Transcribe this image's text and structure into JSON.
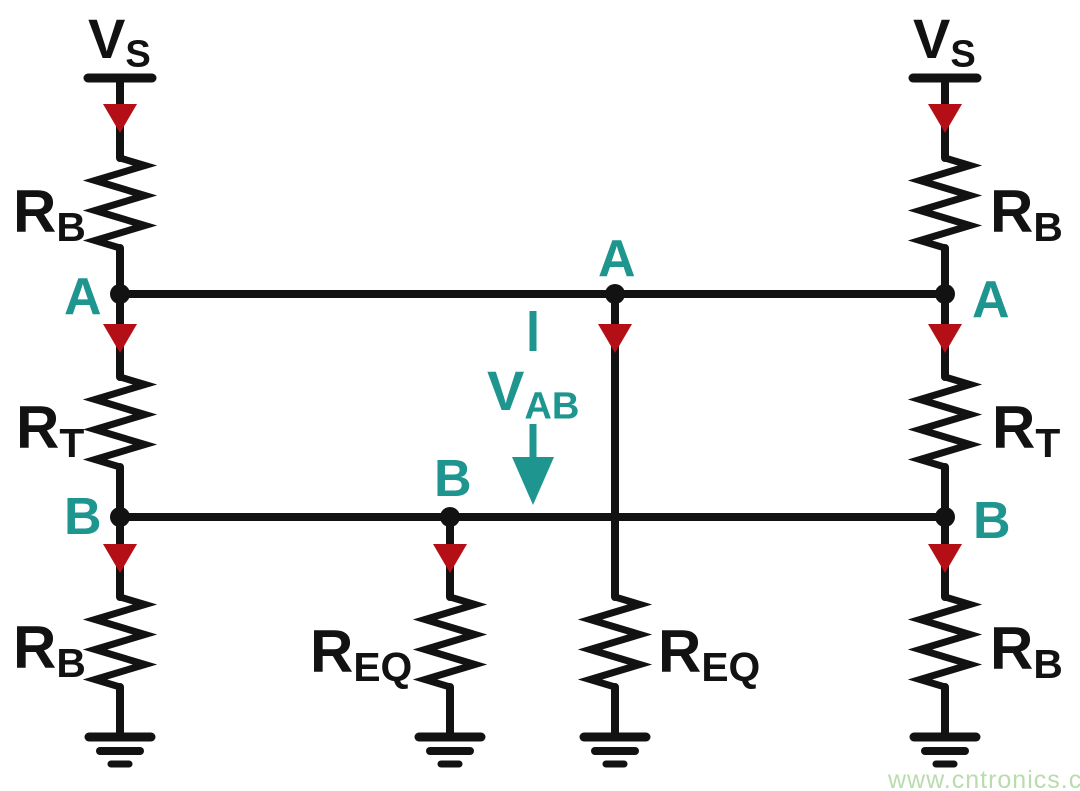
{
  "colors": {
    "ink": "#121212",
    "teal": "#1f958f",
    "red": "#b40f16",
    "watermark": "#b9dcae",
    "background": "#ffffff"
  },
  "watermark": {
    "text": "www.cntronics.com"
  },
  "labels": {
    "vs_left": {
      "main": "V",
      "sub": "S"
    },
    "vs_right": {
      "main": "V",
      "sub": "S"
    },
    "rb_left_top": {
      "main": "R",
      "sub": "B"
    },
    "rt_left": {
      "main": "R",
      "sub": "T"
    },
    "rb_left_bottom": {
      "main": "R",
      "sub": "B"
    },
    "rb_right_top": {
      "main": "R",
      "sub": "B"
    },
    "rt_right": {
      "main": "R",
      "sub": "T"
    },
    "rb_right_bottom": {
      "main": "R",
      "sub": "B"
    },
    "req_left": {
      "main": "R",
      "sub": "EQ"
    },
    "req_right": {
      "main": "R",
      "sub": "EQ"
    },
    "vab": {
      "main": "V",
      "sub": "AB"
    },
    "node_a_left": {
      "text": "A"
    },
    "node_a_mid": {
      "text": "A"
    },
    "node_a_right": {
      "text": "A"
    },
    "node_b_left": {
      "text": "B"
    },
    "node_b_mid": {
      "text": "B"
    },
    "node_b_right": {
      "text": "B"
    }
  }
}
